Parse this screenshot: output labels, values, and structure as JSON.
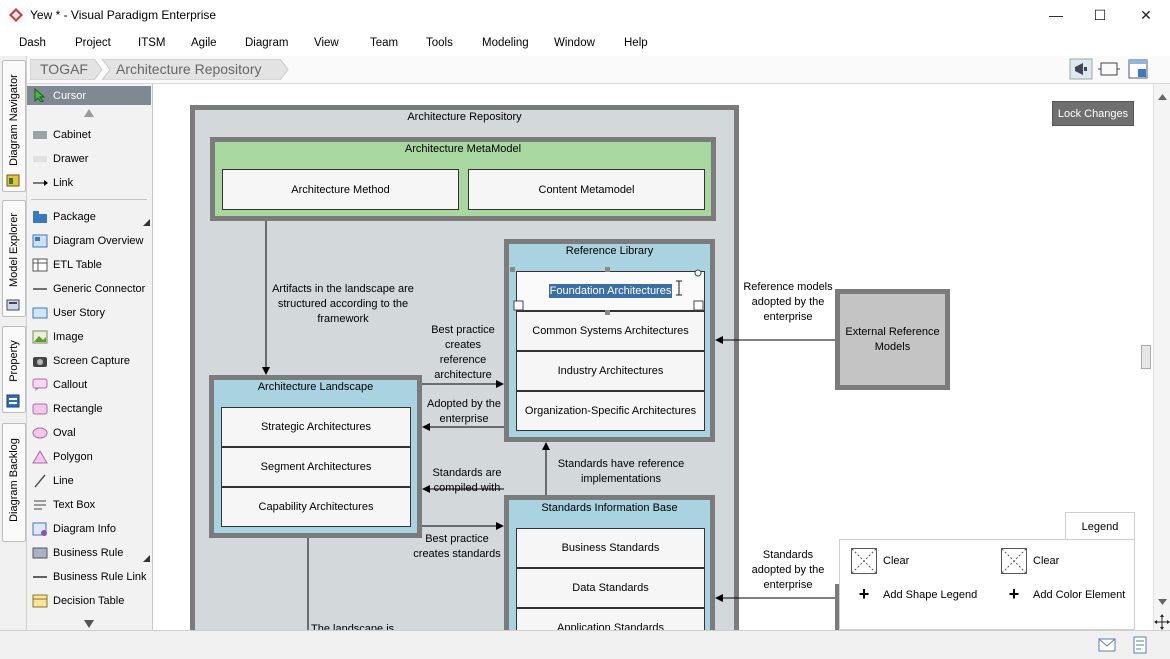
{
  "window": {
    "title": "Yew * - Visual Paradigm Enterprise",
    "minimize": "—",
    "maximize": "☐",
    "close": "✕"
  },
  "menu": [
    "Dash",
    "Project",
    "ITSM",
    "Agile",
    "Diagram",
    "View",
    "Team",
    "Tools",
    "Modeling",
    "Window",
    "Help"
  ],
  "left_tabs": [
    "Diagram Navigator",
    "Model Explorer",
    "Property",
    "Diagram Backlog"
  ],
  "breadcrumb": [
    "TOGAF",
    "Architecture Repository"
  ],
  "palette": {
    "items": [
      "Cursor",
      "Cabinet",
      "Drawer",
      "Link",
      "Package",
      "Diagram Overview",
      "ETL Table",
      "Generic Connector",
      "User Story",
      "Image",
      "Screen Capture",
      "Callout",
      "Rectangle",
      "Oval",
      "Polygon",
      "Line",
      "Text Box",
      "Diagram Info",
      "Business Rule",
      "Business Rule Link",
      "Decision Table"
    ]
  },
  "canvas": {
    "lock_changes": "Lock Changes",
    "repository": "Architecture Repository",
    "metamodel": {
      "title": "Architecture MetaModel",
      "items": [
        "Architecture Method",
        "Content Metamodel"
      ]
    },
    "reference_library": {
      "title": "Reference Library",
      "items": [
        "Foundation Architectures",
        "Common Systems Architectures",
        "Industry Architectures",
        "Organization-Specific Architectures"
      ]
    },
    "landscape": {
      "title": "Architecture Landscape",
      "items": [
        "Strategic Architectures",
        "Segment Architectures",
        "Capability Architectures"
      ]
    },
    "sib": {
      "title": "Standards Information Base",
      "items": [
        "Business Standards",
        "Data Standards",
        "Application Standards"
      ]
    },
    "external": "External Reference Models",
    "labels": {
      "artifacts": "Artifacts in the landscape are structured according to the framework",
      "best_practice_ref": "Best practice creates reference architecture",
      "adopted": "Adopted by the enterprise",
      "standards_compiled": "Standards are compiled with",
      "standards_ref_impl": "Standards have reference implementations",
      "best_practice_std": "Best practice creates standards",
      "reference_models_adopted": "Reference models adopted by the enterprise",
      "standards_adopted": "Standards adopted by the enterprise",
      "landscape_bottom": "The landscape is"
    },
    "legend": {
      "tab": "Legend",
      "clear1": "Clear",
      "clear2": "Clear",
      "add_shape": "Add Shape Legend",
      "add_color": "Add Color Element"
    }
  },
  "colors": {
    "repo_bg": "#d3d8db",
    "border": "#7b7b7b",
    "metamodel_green": "#a8d8a0",
    "blue_header": "#a9d3e0",
    "external_gray": "#c4c4c4",
    "selection": "#3a6ea5"
  }
}
